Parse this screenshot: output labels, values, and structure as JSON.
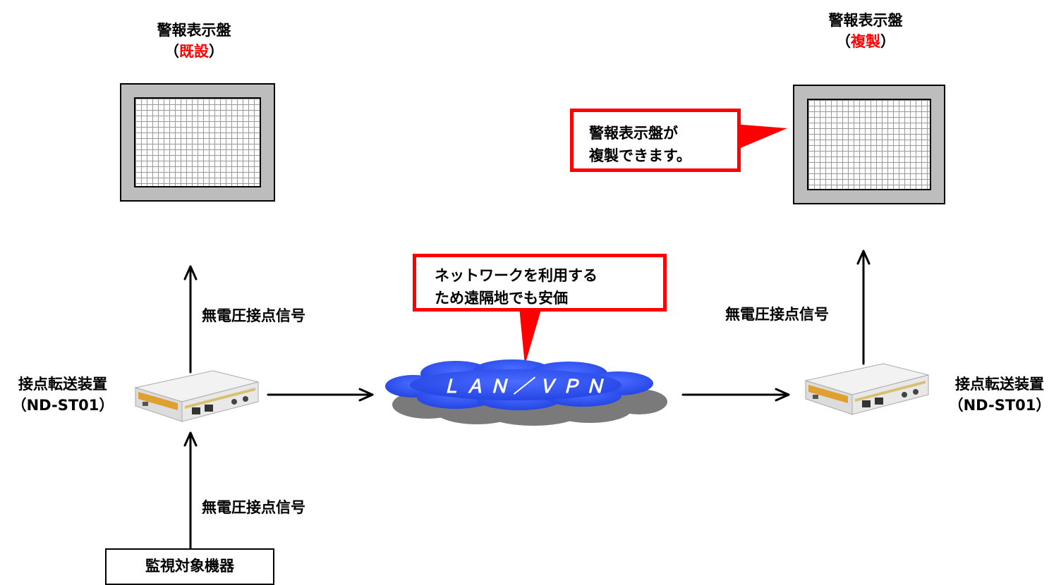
{
  "left_panel": {
    "title_line1": "警報表示盤",
    "title_paren_open": "（",
    "title_status": "既設",
    "title_paren_close": "）"
  },
  "right_panel": {
    "title_line1": "警報表示盤",
    "title_paren_open": "（",
    "title_status": "複製",
    "title_paren_close": "）"
  },
  "callout_right": {
    "line1": "警報表示盤が",
    "line2": "複製できます。"
  },
  "callout_network": {
    "line1": "ネットワークを利用する",
    "line2": "ため遠隔地でも安価"
  },
  "signal_labels": {
    "left_upper": "無電圧接点信号",
    "left_lower": "無電圧接点信号",
    "right_upper": "無電圧接点信号"
  },
  "left_device": {
    "name": "接点転送装置",
    "model": "（ND-ST01）"
  },
  "right_device": {
    "name": "接点転送装置",
    "model": "（ND-ST01）"
  },
  "cloud": {
    "label": "ＬＡＮ／ＶＰＮ"
  },
  "monitor_target": {
    "label": "監視対象機器"
  },
  "colors": {
    "accent_red": "#ff0000",
    "cloud_blue": "#1f3fe0",
    "cloud_shadow": "#7a7a7a",
    "panel_gray": "#bdbdbd"
  }
}
